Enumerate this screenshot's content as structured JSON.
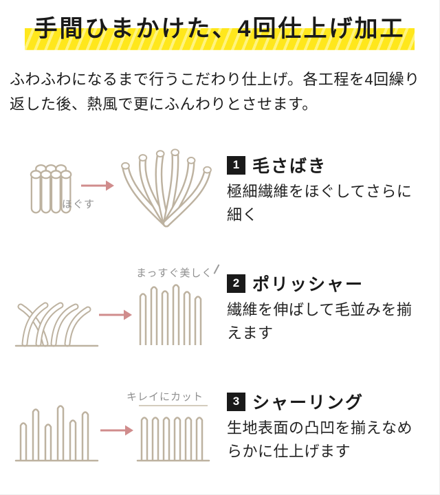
{
  "page": {
    "title": "手間ひまかけた、4回仕上げ加工",
    "intro": "ふわふわになるまで行うこだわり仕上げ。各工程を4回繰り返した後、熱風で更にふんわりとさせます。"
  },
  "colors": {
    "highlight_yellow": "#ffe71c",
    "highlight_yellow_light": "#fff47e",
    "illustration_stroke": "#bdb2a0",
    "arrow_pink": "#d08c8c",
    "badge_black": "#1a1a1a",
    "caption_gray": "#8f8f8f",
    "text_dark": "#222222"
  },
  "steps": [
    {
      "number": "1",
      "heading": "毛さばき",
      "description": "極細繊維をほぐしてさらに細く",
      "caption": "ほぐす",
      "before_illustration": "fiber-bundle",
      "after_illustration": "fibers-spread"
    },
    {
      "number": "2",
      "heading": "ポリッシャー",
      "description": "繊維を伸ばして毛並みを揃えます",
      "caption": "まっすぐ美しく",
      "before_illustration": "bent-fibers",
      "after_illustration": "straight-fibers"
    },
    {
      "number": "3",
      "heading": "シャーリング",
      "description": "生地表面の凸凹を揃えなめらかに仕上げます",
      "caption": "キレイにカット",
      "before_illustration": "uneven-pile",
      "after_illustration": "even-cut-pile"
    }
  ]
}
